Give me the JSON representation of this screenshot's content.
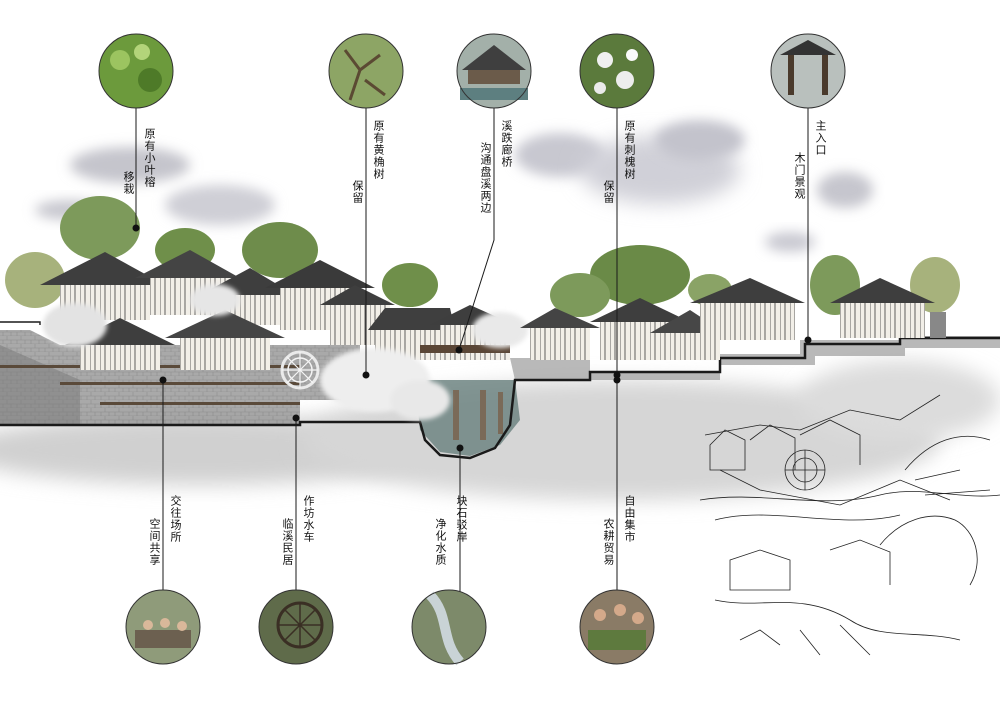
{
  "callouts": [
    {
      "id": "banyan",
      "col1": "原有小叶榕",
      "col2": "移栽",
      "photo": "tree-foliage-photo"
    },
    {
      "id": "huangjue",
      "col1": "原有黄桷树",
      "col2": "保留",
      "photo": "large-tree-photo"
    },
    {
      "id": "bridge",
      "col1": "溪跌廊桥",
      "col2": "沟通盘溪两边",
      "photo": "covered-bridge-photo"
    },
    {
      "id": "locust",
      "col1": "原有刺槐树",
      "col2": "保留",
      "photo": "flowering-tree-photo"
    },
    {
      "id": "entrance",
      "col1": "主入口",
      "col2": "木门景观",
      "photo": "wooden-gate-photo"
    },
    {
      "id": "plaza",
      "col1": "交往场所",
      "col2": "空间共享",
      "photo": "people-gathering-photo"
    },
    {
      "id": "waterwheel",
      "col1": "作坊水车",
      "col2": "临溪民居",
      "photo": "waterwheel-photo"
    },
    {
      "id": "stonebank",
      "col1": "块石驳岸",
      "col2": "净化水质",
      "photo": "stream-photo"
    },
    {
      "id": "market",
      "col1": "自由集市",
      "col2": "农耕贸易",
      "photo": "market-photo"
    }
  ],
  "colors": {
    "ground_line": "#1a1a1a",
    "terrace": "#8c8c8c",
    "roof": "#3e3e3e",
    "wall": "#f3f1ec",
    "tree_green": "#6f8f4a",
    "cloud": "#c9c9d1",
    "water": "#5f7a78"
  }
}
